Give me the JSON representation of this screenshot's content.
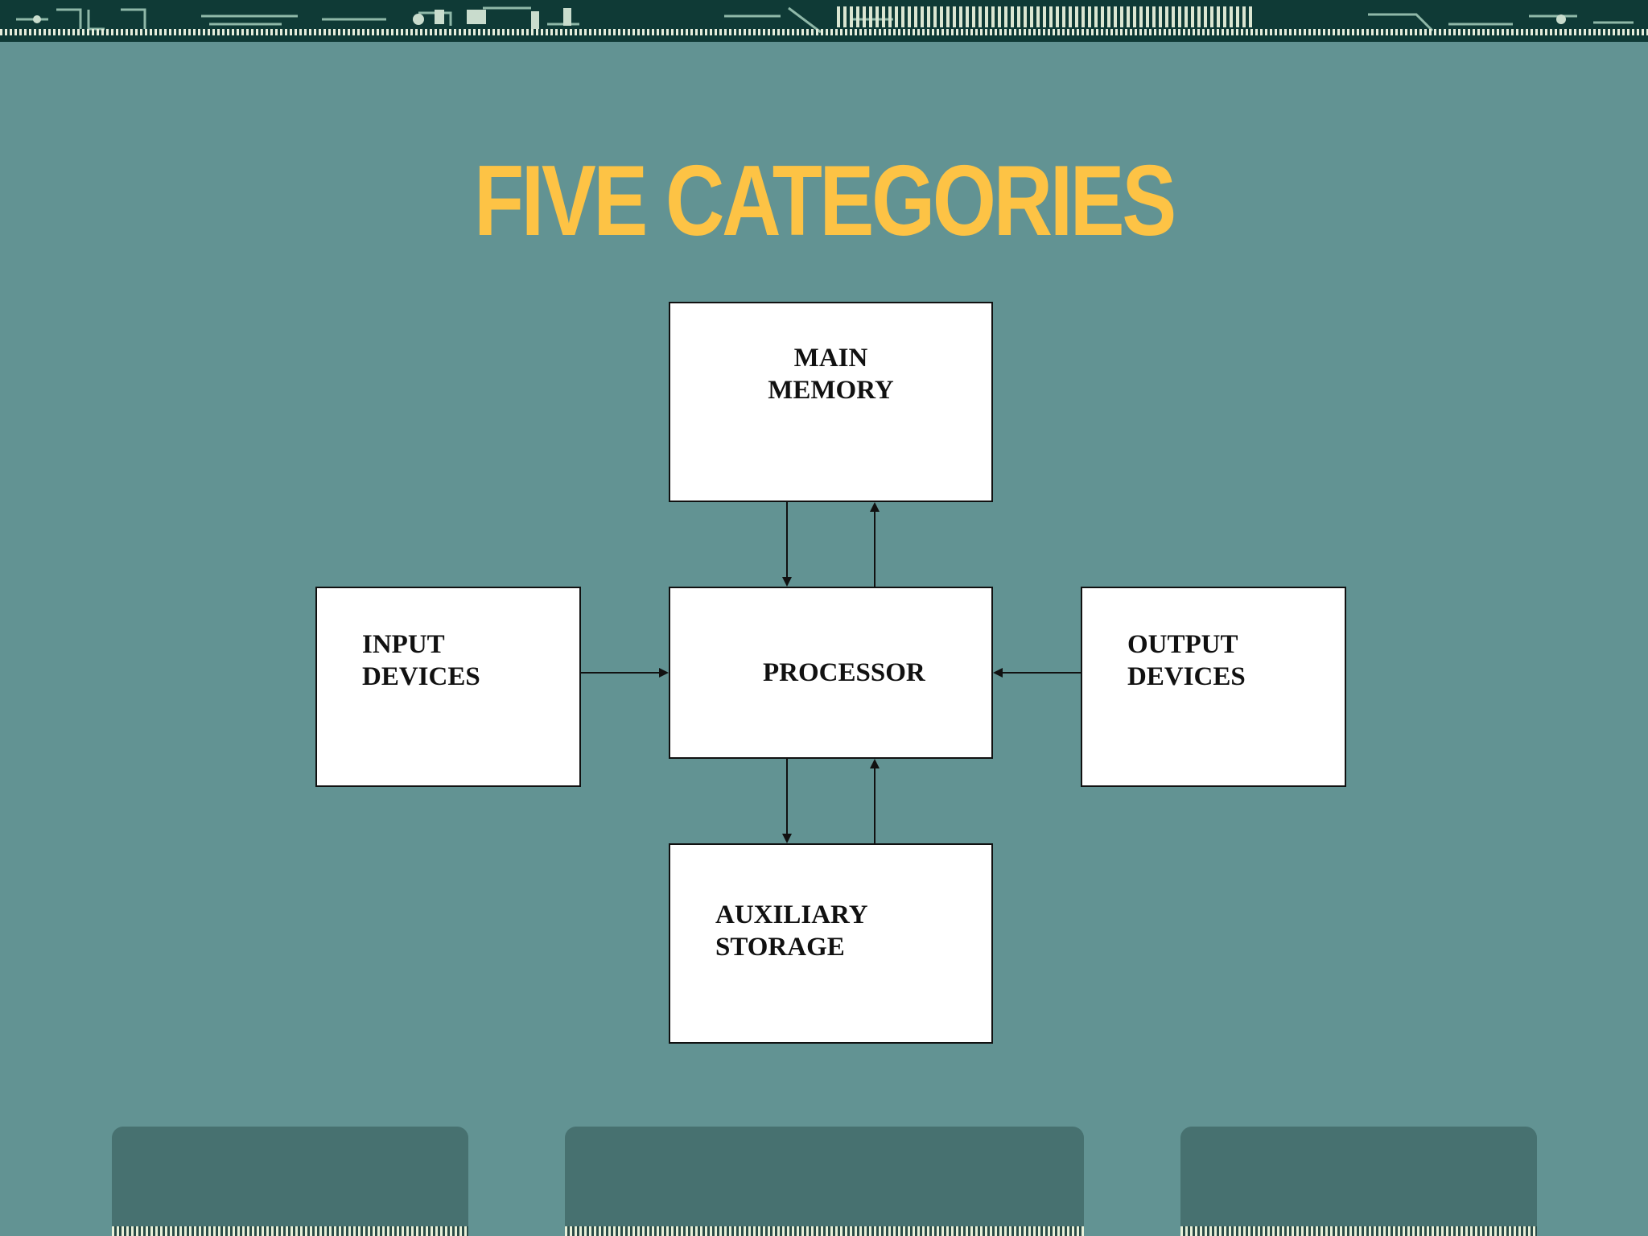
{
  "slide": {
    "title": "FIVE CATEGORIES",
    "background_color": "#629393",
    "title_color": "#fdc345"
  },
  "diagram": {
    "nodes": {
      "main_memory": {
        "line1": "MAIN",
        "line2": "MEMORY"
      },
      "processor": {
        "label": "PROCESSOR"
      },
      "input_devices": {
        "line1": "INPUT",
        "line2": "DEVICES"
      },
      "output_devices": {
        "line1": "OUTPUT",
        "line2": "DEVICES"
      },
      "auxiliary_storage": {
        "line1": "AUXILIARY",
        "line2": "STORAGE"
      }
    },
    "edges": [
      {
        "from": "main_memory",
        "to": "processor"
      },
      {
        "from": "processor",
        "to": "main_memory"
      },
      {
        "from": "input_devices",
        "to": "processor"
      },
      {
        "from": "output_devices",
        "to": "processor"
      },
      {
        "from": "processor",
        "to": "auxiliary_storage"
      },
      {
        "from": "auxiliary_storage",
        "to": "processor"
      }
    ]
  },
  "decor": {
    "header_strip_color": "#0f3a36",
    "bottom_tab_color": "#477170"
  }
}
